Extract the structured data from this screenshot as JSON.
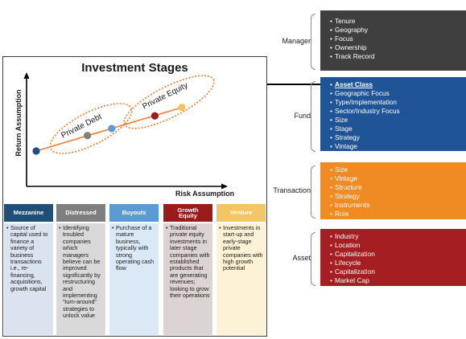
{
  "diagram": {
    "title": "Investment Stages",
    "y_axis_label": "Return Assumption",
    "x_axis_label": "Risk Assumption",
    "ellipse_labels": [
      "Private Debt",
      "Private Equity"
    ],
    "colors": {
      "mezzanine": "#1f4e79",
      "distressed": "#7f7f7f",
      "buyouts": "#5b9bd5",
      "growth_equity": "#9b1b1b",
      "venture": "#f5c563",
      "line": "#ed7d31",
      "ellipse": "#ed7d31",
      "arrow": "#000000"
    },
    "points": [
      {
        "name": "mezzanine-point",
        "x": 1.0,
        "y": 1.0
      },
      {
        "name": "distressed-point",
        "x": 2.9,
        "y": 2.1
      },
      {
        "name": "buyouts-point",
        "x": 3.8,
        "y": 2.6
      },
      {
        "name": "growth-equity-point",
        "x": 5.4,
        "y": 3.5
      },
      {
        "name": "venture-point",
        "x": 6.4,
        "y": 4.1
      }
    ],
    "stages": [
      {
        "key": "mezzanine",
        "name": "Mezzanine",
        "bg_body": "#dae3ef",
        "description": "Source of capital used to finance a variety of business transactions i.e., re-financing, acquisitions, growth capital"
      },
      {
        "key": "distressed",
        "name": "Distressed",
        "bg_body": "#d9d9d9",
        "description": "Identifying troubled companies which managers believe can be improved significantly by restructuring and implementing “turn-around” strategies to unlock value"
      },
      {
        "key": "buyouts",
        "name": "Buyouts",
        "bg_body": "#dbe9f6",
        "description": "Purchase of a mature business, typically with strong operating cash flow"
      },
      {
        "key": "growth_equity",
        "name": "Growth Equity",
        "bg_body": "#dcd3d3",
        "description": "Traditional private equity investments in later stage companies with established products that are generating revenues; looking to grow their operations"
      },
      {
        "key": "venture",
        "name": "Venture",
        "bg_body": "#fdf1d6",
        "description": "Investments in start-up and early-stage private companies with high growth potential"
      }
    ]
  },
  "criteria": [
    {
      "label": "Manager",
      "color": "#3f3f3f",
      "items": [
        "Tenure",
        "Geography",
        "Focus",
        "Ownership",
        "Track Record"
      ]
    },
    {
      "label": "Fund",
      "color": "#1f5596",
      "items": [
        "Asset Class",
        "Geographic Focus",
        "Type/Implementation",
        "Sector/Industry Focus",
        "Size",
        "Stage",
        "Strategy",
        "Vintage"
      ]
    },
    {
      "label": "Transaction",
      "color": "#f08a22",
      "items": [
        "Size",
        "Vintage",
        "Structure",
        "Strategy",
        "Instruments",
        "Role"
      ]
    },
    {
      "label": "Asset",
      "color": "#a51f22",
      "items": [
        "Industry",
        "Location",
        "Capitalization",
        "Lifecycle",
        "Capitalization",
        "Market Cap"
      ]
    }
  ]
}
